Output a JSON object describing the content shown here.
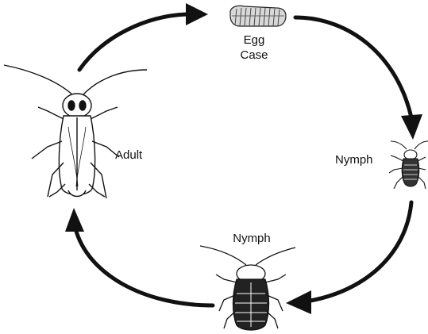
{
  "labels": {
    "egg_case": [
      "Egg",
      "Case"
    ],
    "nymph_right": "Nymph",
    "nymph_bottom": "Nymph",
    "adult": "Adult"
  },
  "colors": {
    "ink": "#111111",
    "background": "#ffffff"
  }
}
